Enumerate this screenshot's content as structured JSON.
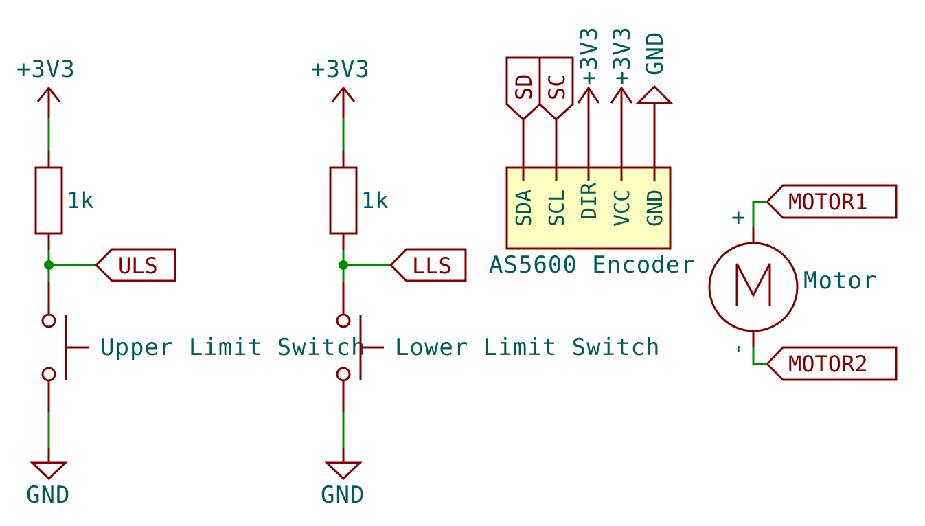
{
  "power": {
    "left_top": "+3V3",
    "mid_top": "+3V3",
    "left_bottom": "GND",
    "mid_bottom": "GND",
    "enc_3v3_a": "+3V3",
    "enc_3v3_b": "+3V3",
    "enc_gnd": "GND"
  },
  "resistors": {
    "r1_value": "1k",
    "r2_value": "1k"
  },
  "labels": {
    "uls": "ULS",
    "lls": "LLS",
    "sd": "SD",
    "sc": "SC",
    "motor1": "MOTOR1",
    "motor2": "MOTOR2"
  },
  "switches": {
    "upper": "Upper Limit Switch",
    "lower": "Lower Limit Switch"
  },
  "encoder": {
    "name": "AS5600 Encoder",
    "pins": [
      "SDA",
      "SCL",
      "DIR",
      "VCC",
      "GND"
    ]
  },
  "motor": {
    "name": "Motor",
    "plus": "+",
    "minus": "-"
  },
  "colors": {
    "wire": "#008c00",
    "symbol": "#840000",
    "text": "#005c5c",
    "ic_fill": "#ffffc2"
  }
}
